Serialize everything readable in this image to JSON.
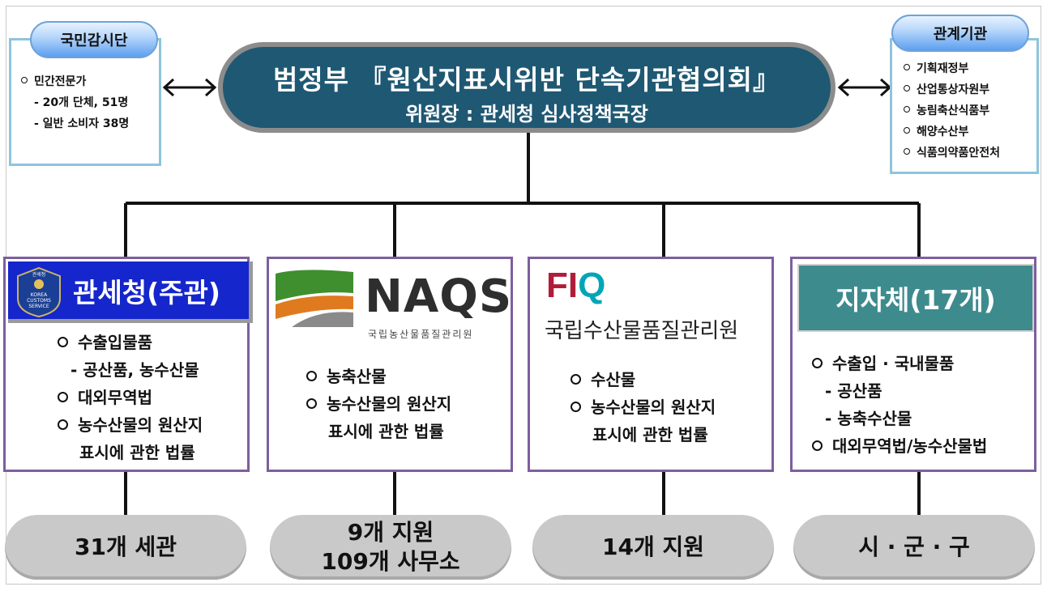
{
  "council": {
    "title": "범정부 『원산지표시위반  단속기관협의회』",
    "subtitle": "위원장 : 관세청 심사정책국장"
  },
  "citizens": {
    "tab": "국민감시단",
    "items": [
      {
        "text": "민간전문가",
        "bullet": true
      },
      {
        "text": "- 20개 단체, 51명",
        "bullet": false
      },
      {
        "text": "- 일반 소비자 38명",
        "bullet": false
      }
    ]
  },
  "agencies": {
    "tab": "관계기관",
    "items": [
      "기획재정부",
      "산업통상자원부",
      "농림축산식품부",
      "해양수산부",
      "식품의약품안전처"
    ]
  },
  "orgs": {
    "kcs": {
      "title": "관세청(주관)",
      "badge_text": [
        "관세청",
        "KOREA",
        "CUSTOMS",
        "SERVICE"
      ],
      "items": [
        {
          "text": "수출입물품",
          "bullet": true
        },
        {
          "text": "- 공산품, 농수산물",
          "bullet": false
        },
        {
          "text": "대외무역법",
          "bullet": true
        },
        {
          "text": "농수산물의 원산지",
          "bullet": true
        },
        {
          "text": "표시에 관한 법률",
          "bullet": false
        }
      ]
    },
    "naqs": {
      "logo_text": "NAQS",
      "logo_sub": "국립농산물품질관리원",
      "items": [
        {
          "text": "농축산물",
          "bullet": true
        },
        {
          "text": "농수산물의 원산지",
          "bullet": true
        },
        {
          "text": "표시에 관한 법률",
          "bullet": false
        }
      ]
    },
    "fiq": {
      "logo_f": "F",
      "logo_i": "I",
      "logo_q": "Q",
      "name": "국립수산물품질관리원",
      "items": [
        {
          "text": "수산물",
          "bullet": true
        },
        {
          "text": "농수산물의 원산지",
          "bullet": true
        },
        {
          "text": "표시에 관한 법률",
          "bullet": false
        }
      ]
    },
    "local": {
      "title": "지자체(17개)",
      "items": [
        {
          "text": "수출입 · 국내물품",
          "bullet": true
        },
        {
          "text": "- 공산품",
          "bullet": false
        },
        {
          "text": "- 농축수산물",
          "bullet": false
        },
        {
          "text": "대외무역법/농수산물법",
          "bullet": true
        }
      ]
    }
  },
  "branches": {
    "kcs": [
      "31개 세관"
    ],
    "naqs": [
      "9개 지원",
      "109개 사무소"
    ],
    "fiq": [
      "14개 지원"
    ],
    "local": [
      "시 · 군 · 구"
    ]
  },
  "arrows": {
    "left": "⟷",
    "right": "⟷"
  }
}
